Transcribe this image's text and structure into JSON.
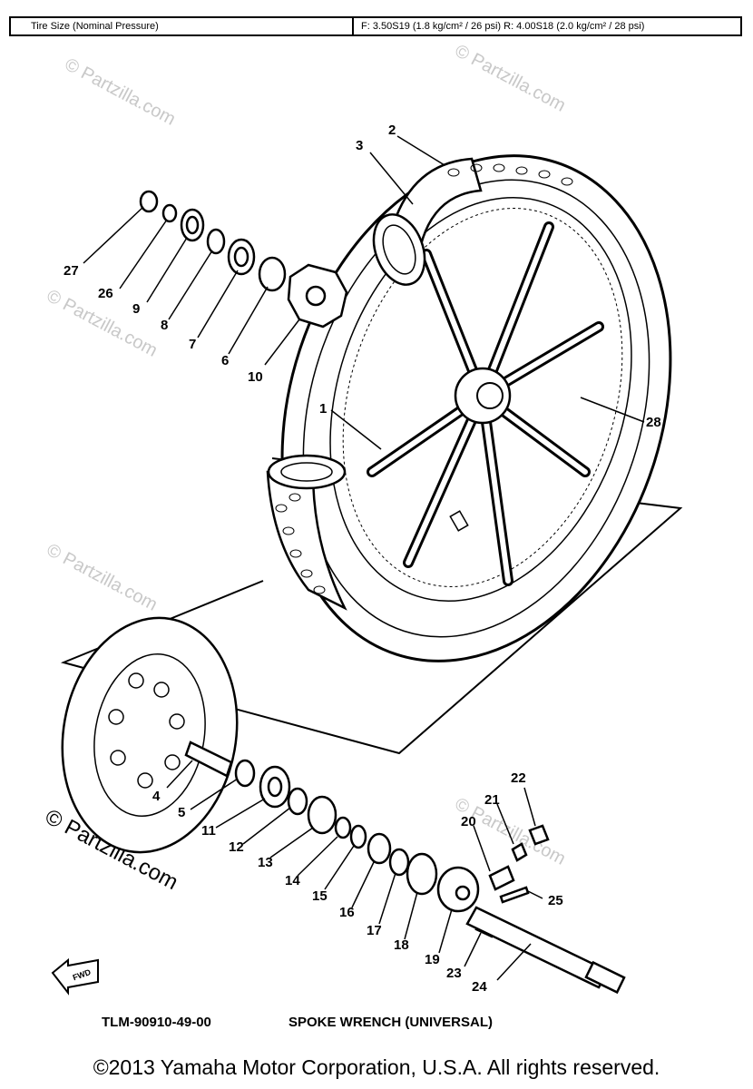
{
  "spec": {
    "label": "Tire Size (Nominal Pressure)",
    "value": "F: 3.50S19 (1.8 kg/cm² / 26 psi) R: 4.00S18 (2.0 kg/cm² / 28 psi)"
  },
  "callouts": [
    "1",
    "2",
    "3",
    "4",
    "5",
    "6",
    "7",
    "8",
    "9",
    "10",
    "11",
    "12",
    "13",
    "14",
    "15",
    "16",
    "17",
    "18",
    "19",
    "20",
    "21",
    "22",
    "23",
    "24",
    "25",
    "26",
    "27",
    "28"
  ],
  "watermark": "© Partzilla.com",
  "fwd_label": "FWD",
  "tool": {
    "part_no": "TLM-90910-49-00",
    "name": "SPOKE WRENCH (UNIVERSAL)"
  },
  "copyright": "©2013  Yamaha Motor Corporation, U.S.A. All rights reserved."
}
